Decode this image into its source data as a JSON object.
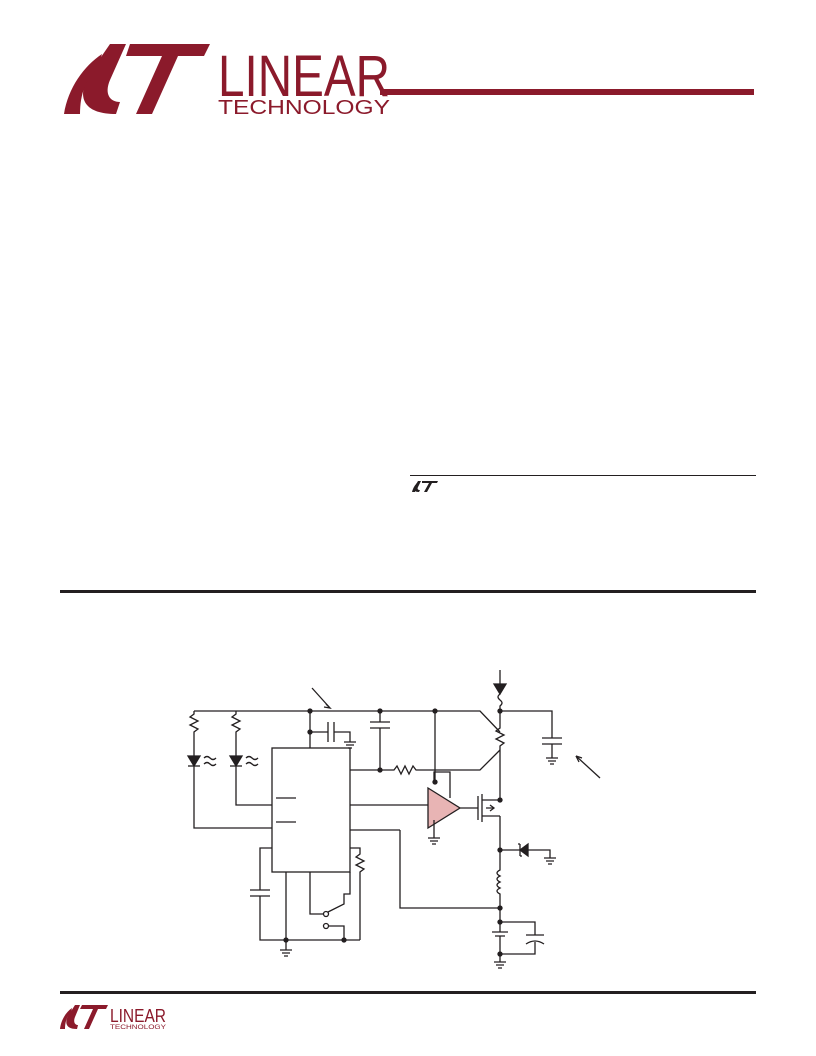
{
  "brand": {
    "name_top": "LINEAR",
    "name_bottom": "TECHNOLOGY",
    "color": "#8b1a2b"
  },
  "footer_brand": {
    "name_top": "LINEAR",
    "name_bottom": "TECHNOLOGY",
    "color": "#8b1a2b"
  },
  "colors": {
    "ink": "#231f20",
    "amplifier_fill": "#e8b4b4"
  },
  "icons": {
    "header_logo": "lt-logo-icon",
    "trademark": "lt-mini-logo-icon",
    "schematic": "circuit-schematic-icon"
  }
}
